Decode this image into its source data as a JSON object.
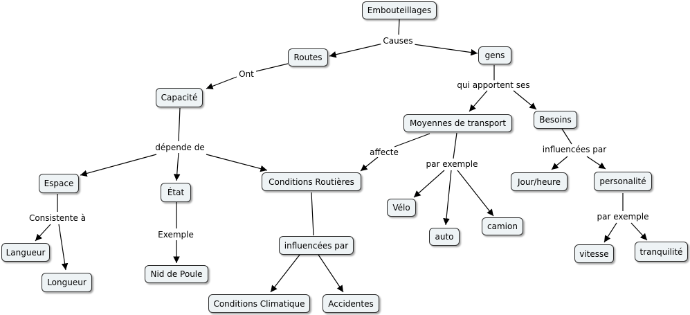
{
  "nodes": {
    "embouteillages": "Embouteillages",
    "routes": "Routes",
    "gens": "gens",
    "capacite": "Capacité",
    "moyennes": "Moyennes de transport",
    "besoins": "Besoins",
    "espace": "Espace",
    "etat": "État",
    "conditions_routieres": "Conditions Routières",
    "velo": "Vélo",
    "auto": "auto",
    "camion": "camion",
    "jour_heure": "Jour/heure",
    "personalite": "personalité",
    "langueur": "Langueur",
    "longueur": "Longueur",
    "nid_de_poule": "Nid de Poule",
    "influencees_node": "influencées par",
    "conditions_climatique": "Conditions Climatique",
    "accidentes": "Accidentes",
    "vitesse": "vitesse",
    "tranquilite": "tranquilité"
  },
  "links": {
    "causes": "Causes",
    "ont": "Ont",
    "qui_apportent": "qui apportent ses",
    "depende_de": "dépende de",
    "affecte": "affecte",
    "par_exemple_1": "par exemple",
    "influencees_par": "influencées par",
    "consistente": "Consistente à",
    "exemple": "Exemple",
    "par_exemple_2": "par exemple"
  }
}
